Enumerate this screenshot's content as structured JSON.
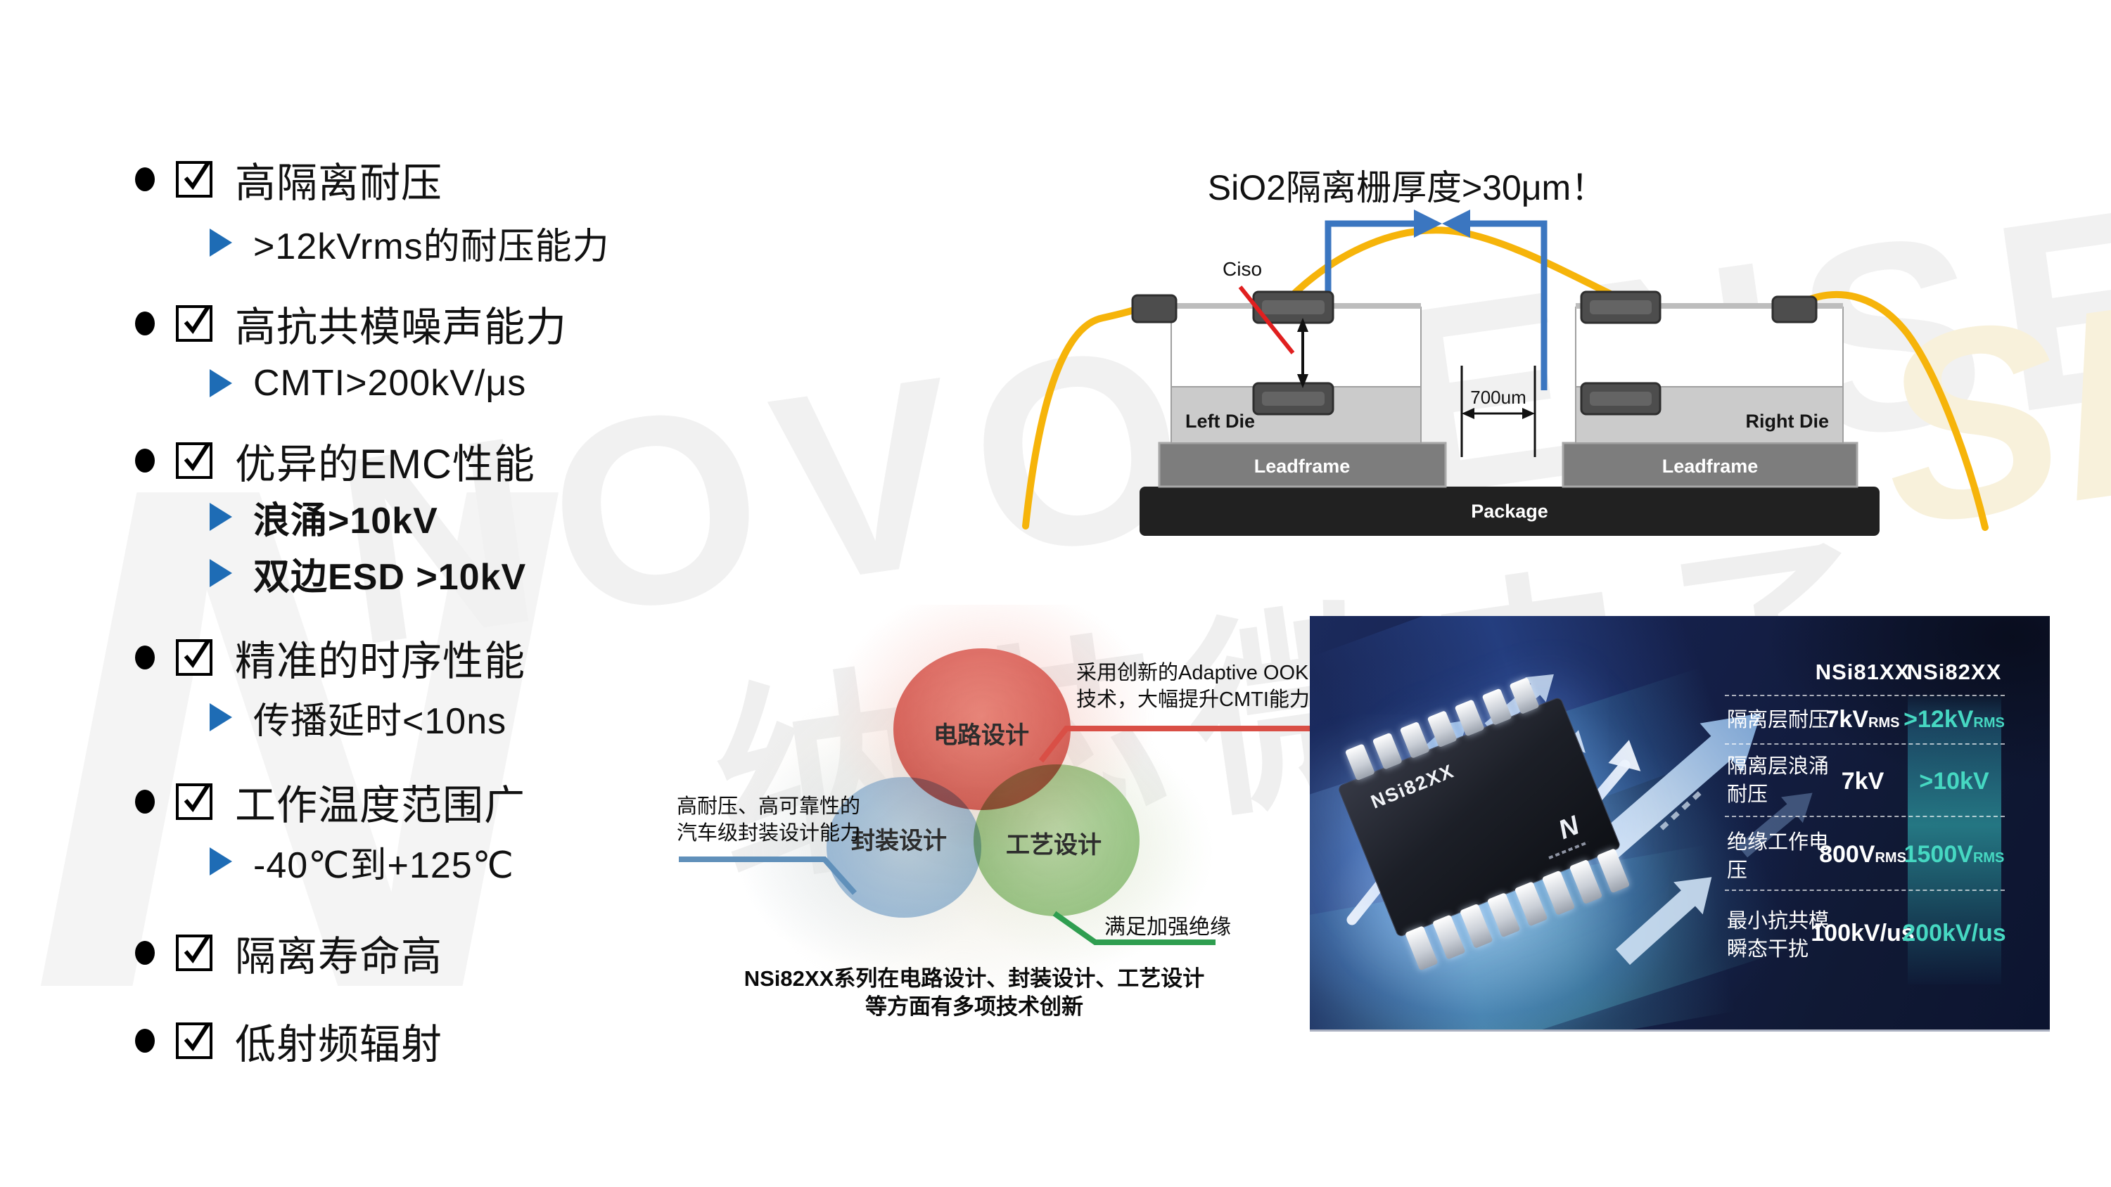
{
  "features": {
    "items": [
      {
        "text": "高隔离耐压"
      },
      {
        "text": ">12kVrms的耐压能力"
      },
      {
        "text": "高抗共模噪声能力"
      },
      {
        "text": "CMTI>200kV/μs"
      },
      {
        "text": "优异的EMC性能"
      },
      {
        "text": "浪涌>10kV"
      },
      {
        "text": "双边ESD >10kV"
      },
      {
        "text": "精准的时序性能"
      },
      {
        "text": "传播延时<10ns"
      },
      {
        "text": "工作温度范围广"
      },
      {
        "text": "-40℃到+125℃"
      },
      {
        "text": "隔离寿命高"
      },
      {
        "text": "低射频辐射"
      }
    ]
  },
  "diagram": {
    "title": "SiO2隔离栅厚度>30μm！",
    "ciso": "Ciso",
    "gap": "700um",
    "left_die": "Left Die",
    "right_die": "Right Die",
    "leadframe": "Leadframe",
    "package": "Package",
    "wire_color": "#F6B40A",
    "arrow_color": "#3B76C0"
  },
  "venn": {
    "circles": [
      {
        "label": "电路设计",
        "color": "#D5584F"
      },
      {
        "label": "封装设计",
        "color": "#9DBEDE"
      },
      {
        "label": "工艺设计",
        "color": "#94C480"
      }
    ],
    "callout_circuit_line1": "采用创新的Adaptive OOK",
    "callout_circuit_line2": "技术，大幅提升CMTI能力",
    "callout_package_line1": "高耐压、高可靠性的",
    "callout_package_line2": "汽车级封装设计能力",
    "callout_process": "满足加强绝缘",
    "caption_line1": "NSi82XX系列在电路设计、封装设计、工艺设计",
    "caption_line2": "等方面有多项技术创新"
  },
  "panel": {
    "chip_label": "NSi82XX",
    "chip_logo": "N",
    "accent_color": "#46D8C2",
    "table": {
      "col1": "NSi81XX",
      "col2": "NSi82XX",
      "rows": [
        {
          "label": "隔离层耐压",
          "v1": "7kV",
          "v1sub": "RMS",
          "v2": ">12kV",
          "v2sub": "RMS"
        },
        {
          "label": "隔离层浪涌耐压",
          "v1": "7kV",
          "v1sub": "",
          "v2": ">10kV",
          "v2sub": ""
        },
        {
          "label": "绝缘工作电压",
          "v1": "800V",
          "v1sub": "RMS",
          "v2": "1500V",
          "v2sub": "RMS"
        },
        {
          "label": "最小抗共模瞬态干扰",
          "v1": "100kV/us",
          "v1sub": "",
          "v2": "200kV/us",
          "v2sub": ""
        }
      ]
    }
  },
  "watermark": {
    "n": "N",
    "brand": "NOVOSENSE",
    "brand_cn": "纳芯微电子",
    "fragment": "SE"
  }
}
